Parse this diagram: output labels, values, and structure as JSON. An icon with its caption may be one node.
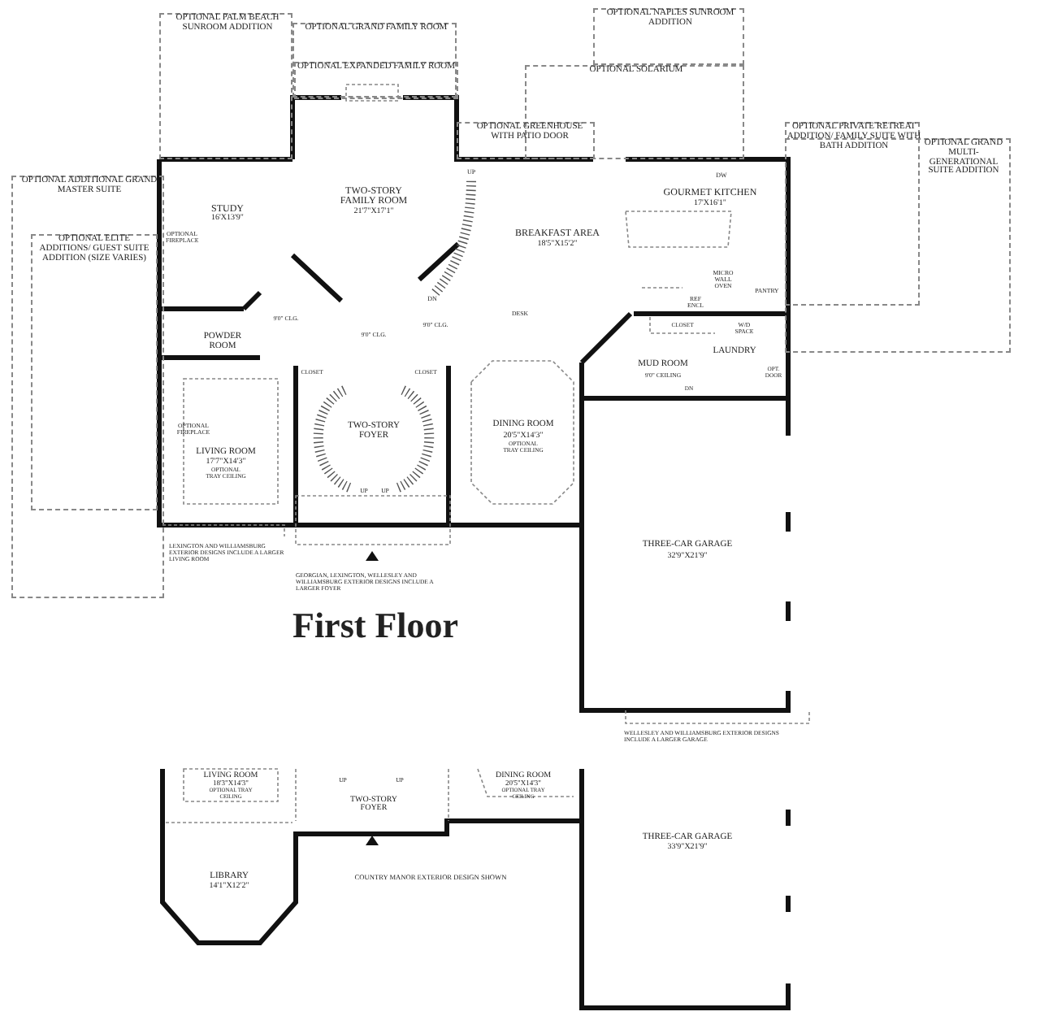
{
  "diagram": {
    "title": "First Floor",
    "nodes": [
      {
        "text": [
          "OPTIONAL GRAND FAMILY ROOM"
        ]
      },
      {
        "text": [
          "OPTIONAL EXPANDED FAMILY ROOM"
        ],
        "in": 0
      },
      {
        "text": [
          "OPTIONAL PALM BEACH SUNROOM ADDITION"
        ]
      },
      {
        "text": [
          "OPTIONAL NAPLES SUNROOM ADDITION"
        ]
      },
      {
        "text": [
          "OPTIONAL SOLARIUM"
        ]
      },
      {
        "text": [
          "OPTIONAL GREENHOUSE WITH PATIO DOOR"
        ]
      },
      {
        "text": [
          "OPTIONAL PRIVATE RETREAT ADDITION/ FAMILY SUITE WITH BATH ADDITION"
        ]
      },
      {
        "text": [
          "OPTIONAL GRAND MULTI-GENERATIONAL SUITE ADDITION"
        ]
      },
      {
        "text": [
          "OPTIONAL ADDITIONAL GRAND MASTER SUITE"
        ]
      },
      {
        "text": [
          "OPTIONAL ELITE ADDITIONS/ GUEST SUITE ADDITION (SIZE VARIES)"
        ],
        "in": 8
      }
    ],
    "labels": [
      "STUDY",
      "16'X13'9\"",
      "OPTIONAL FIREPLACE",
      "TWO-STORY FAMILY ROOM",
      "21'7\"X17'1\"",
      "UP",
      "DN",
      "GOURMET KITCHEN",
      "17'X16'1\"",
      "DW",
      "BREAKFAST AREA",
      "18'5\"X15'2\"",
      "MICRO WALL OVEN",
      "PANTRY",
      "REF ENCL",
      "DESK",
      "9'0\" CLG.",
      "9'0\" CLG.",
      "9'0\" CLG.",
      "POWDER ROOM",
      "CLOSET",
      "CLOSET",
      "CLOSET",
      "W/D SPACE",
      "LAUNDRY",
      "OPT. DOOR",
      "MUD ROOM",
      "9'0\" CEILING",
      "DN",
      "OPTIONAL FIREPLACE",
      "LIVING ROOM",
      "17'7\"X14'3\"",
      "OPTIONAL TRAY CEILING",
      "TWO-STORY FOYER",
      "UP",
      "UP",
      "DINING ROOM",
      "20'5\"X14'3\"",
      "OPTIONAL TRAY CEILING",
      "THREE-CAR GARAGE",
      "32'9\"X21'9\"",
      "LEXINGTON AND WILLIAMSBURG EXTERIOR DESIGNS INCLUDE A LARGER LIVING ROOM",
      "GEORGIAN, LEXINGTON, WELLESLEY AND WILLIAMSBURG EXTERIOR DESIGNS INCLUDE A LARGER FOYER",
      "WELLESLEY AND WILLIAMSBURG EXTERIOR DESIGNS INCLUDE A LARGER GARAGE",
      "LIVING ROOM",
      "18'3\"X14'3\"",
      "OPTIONAL TRAY CEILING",
      "UP",
      "UP",
      "TWO-STORY FOYER",
      "DINING ROOM",
      "20'5\"X14'3\"",
      "OPTIONAL TRAY CEILING",
      "LIBRARY",
      "14'1\"X12'2\"",
      "COUNTRY MANOR EXTERIOR DESIGN SHOWN",
      "THREE-CAR GARAGE",
      "33'9\"X21'9\""
    ]
  }
}
